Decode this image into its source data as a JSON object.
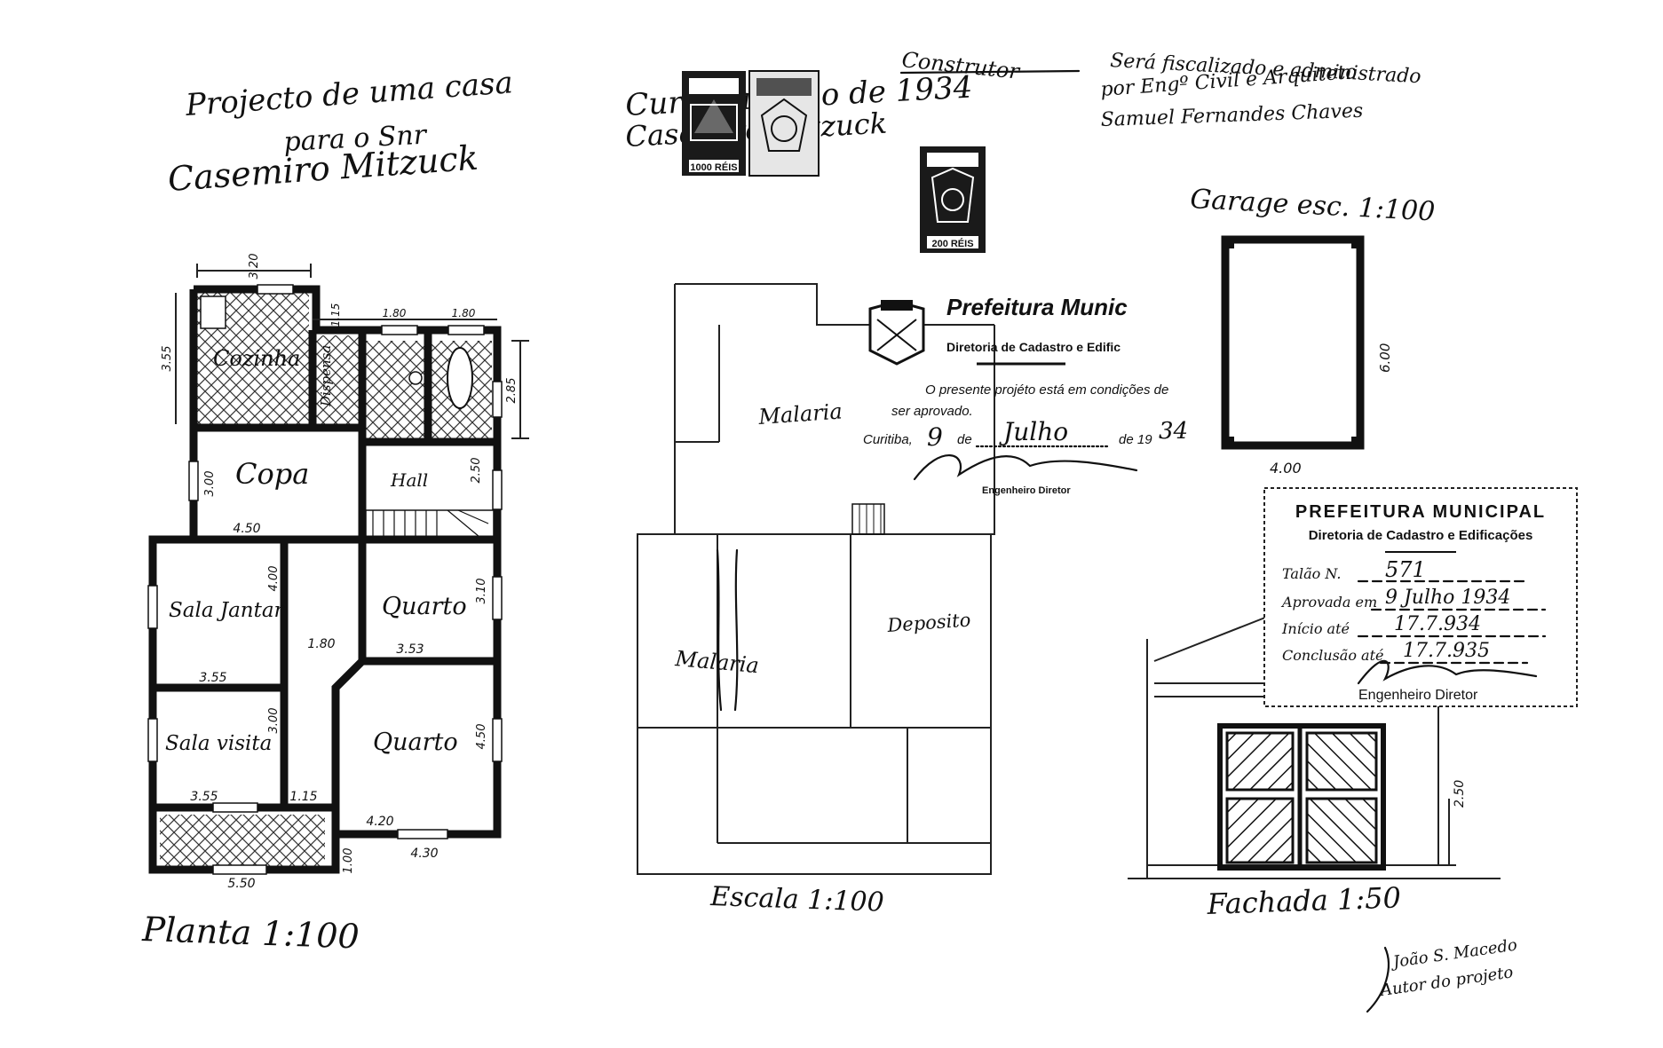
{
  "title": {
    "line1": "Projecto de uma casa",
    "line2": "para o Snr",
    "line3": "Casemiro Mitzuck"
  },
  "top_note": {
    "left_line1": "Curitiba Julho de 1934",
    "left_line2": "Casemiro Mitzuck",
    "right_label": "Construtor",
    "right_line1": "Será fiscalizado e administrado",
    "right_line2": "por Engº Civil e Arquiteto",
    "right_line3": "Samuel Fernandes Chaves"
  },
  "tax_stamps": [
    {
      "value": "1000 RÉIS"
    },
    {
      "value": "200 RÉIS"
    }
  ],
  "plan": {
    "caption": "Planta 1:100",
    "rooms": {
      "cozinha": "Cozinha",
      "dispensa": "Dispensa",
      "copa": "Copa",
      "hall": "Hall",
      "sala_jantar": "Sala Jantar",
      "quarto_1": "Quarto",
      "quarto_2": "Quarto",
      "sala_visita": "Sala visita"
    },
    "dims": {
      "d320": "3.20",
      "d115a": "1.15",
      "d180a": "1.80",
      "d180b": "1.80",
      "d355v": "3.55",
      "d285": "2.85",
      "d300a": "3.00",
      "d450": "4.50",
      "d250": "2.50",
      "d400": "4.00",
      "d310": "3.10",
      "d180c": "1.80",
      "d355a": "3.55",
      "d353": "3.53",
      "d300b": "3.00",
      "d450b": "4.50",
      "d355b": "3.55",
      "d115b": "1.15",
      "d420": "4.20",
      "d430": "4.30",
      "d100": "1.00",
      "d550": "5.50"
    }
  },
  "roof": {
    "caption": "Escala 1:100",
    "labels": {
      "malaria_1": "Malaria",
      "malaria_2": "Malaria",
      "deposito": "Deposito"
    }
  },
  "approval_1": {
    "line1": "Prefeitura Munic",
    "line2": "Diretoria de Cadastro e Edific",
    "line3": "O presente projéto está em condições de",
    "line4": "ser aprovado.",
    "place": "Curitiba,",
    "day": "9",
    "de1": "de",
    "month": "Julho",
    "de2": "de 19",
    "year": "34",
    "role": "Engenheiro Diretor"
  },
  "garage": {
    "title": "Garage esc. 1:100",
    "dim_depth": "6.00",
    "dim_width": "4.00"
  },
  "approval_2": {
    "header": "PREFEITURA MUNICIPAL",
    "subheader": "Diretoria de Cadastro e Edificações",
    "talao_label": "Talão N.",
    "talao_value": "571",
    "aprovada_label": "Aprovada em",
    "aprovada_value": "9 Julho 1934",
    "inicio_label": "Início até",
    "inicio_value": "17.7.934",
    "conclusao_label": "Conclusão até",
    "conclusao_value": "17.7.935",
    "role": "Engenheiro Diretor"
  },
  "facade": {
    "caption": "Fachada 1:50",
    "dim_height": "2.50"
  },
  "author": {
    "name": "João S. Macedo",
    "role": "Autor do projeto"
  }
}
